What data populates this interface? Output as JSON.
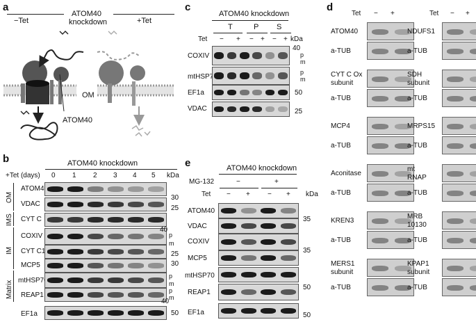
{
  "panel_letters": {
    "a": "a",
    "b": "b",
    "c": "c",
    "d": "d",
    "e": "e"
  },
  "panel_a": {
    "title": "ATOM40\nknockdown",
    "title_line1": "ATOM40",
    "title_line2": "knockdown",
    "minus_tet": "−Tet",
    "plus_tet": "+Tet",
    "om_label": "OM",
    "atom40_label": "ATOM40"
  },
  "panel_b": {
    "title": "ATOM40 knockdown",
    "days_label": "+Tet (days)",
    "days": [
      "0",
      "1",
      "2",
      "3",
      "4",
      "5"
    ],
    "kda_label": "kDa",
    "compartments": [
      "OM",
      "IMS",
      "IM",
      "Matrix"
    ],
    "rows": [
      "ATOM40",
      "VDAC",
      "CYT C",
      "COXIV",
      "CYT C1",
      "MCP5",
      "mtHSP70",
      "REAP1",
      "EF1a"
    ],
    "kda_marks": [
      "30",
      "25",
      "40",
      "25",
      "30",
      "40",
      "50"
    ],
    "pm": {
      "p1": "p",
      "m1": "m",
      "p2": "p",
      "m2": "m",
      "p3": "p",
      "m3": "m"
    }
  },
  "panel_c": {
    "title": "ATOM40 knockdown",
    "fractions": [
      "T",
      "P",
      "S"
    ],
    "tet_label": "Tet",
    "signs": [
      "−",
      "+",
      "−",
      "+",
      "−",
      "+"
    ],
    "kda_label": "kDa",
    "rows": [
      "COXIV",
      "mtHSP70",
      "EF1a",
      "VDAC"
    ],
    "kda_marks": [
      "40",
      "50",
      "25"
    ],
    "pm": {
      "p1": "p",
      "m1": "m",
      "p2": "p",
      "m2": "m"
    }
  },
  "panel_d": {
    "tet_label": "Tet",
    "signs": [
      "−",
      "+"
    ],
    "left": [
      "ATOM40",
      "a-TUB",
      "CYT C Ox\nsubunit",
      "a-TUB",
      "MCP4",
      "a-TUB",
      "Aconitase",
      "a-TUB",
      "KREN3",
      "a-TUB",
      "MERS1\nsubunit",
      "a-TUB"
    ],
    "right": [
      "NDUFS1",
      "a-TUB",
      "SDH\nsubunit",
      "a-TUB",
      "MRPS15",
      "a-TUB",
      "mt\nRNAP",
      "a-TUB",
      "MRB\n10130",
      "a-TUB",
      "KPAP1\nsubunit",
      "a-TUB"
    ]
  },
  "panel_e": {
    "title": "ATOM40 knockdown",
    "mg_label": "MG-132",
    "mg_signs": [
      "−",
      "+"
    ],
    "tet_label": "Tet",
    "signs": [
      "−",
      "+",
      "−",
      "+"
    ],
    "kda_label": "kDa",
    "rows": [
      "ATOM40",
      "VDAC",
      "COXIV",
      "MCP5",
      "mtHSP70",
      "REAP1",
      "EF1a"
    ],
    "kda_marks": [
      "35",
      "35",
      "50",
      "50"
    ]
  }
}
